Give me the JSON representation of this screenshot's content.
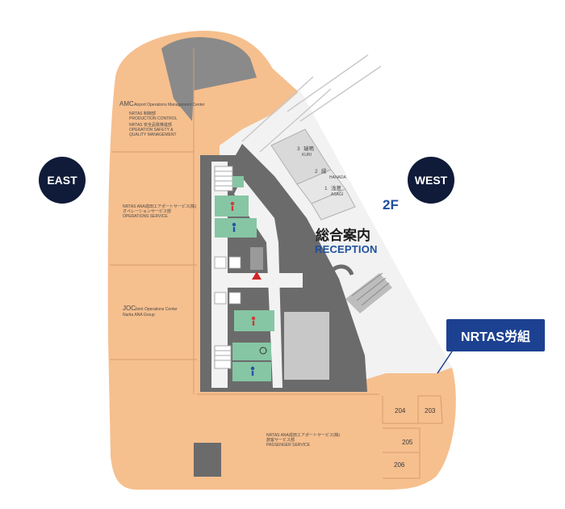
{
  "compass": {
    "east": "EAST",
    "west": "WEST"
  },
  "floor": {
    "label": "2F"
  },
  "reception": {
    "jp": "総合案内",
    "en": "RECEPTION"
  },
  "callout": {
    "label": "NRTAS労組"
  },
  "areas": {
    "amc": {
      "title": "AMC",
      "title_sub": "Airport Operations Management Center",
      "line1_a": "NRTAS 制御部",
      "line1_b": "PRODUCTION CONTROL",
      "line2_a": "NRTAS 安全品質推進部",
      "line2_b": "OPERATION SAFETY &",
      "line2_c": "QUALITY MANAGEMENT"
    },
    "ops": {
      "line1": "NRTAS ANA成田エアポートサービス(株)",
      "line2": "オペレーションサービス部",
      "line3": "OPERATIONS SERVICE"
    },
    "joc": {
      "title": "JOC",
      "title_sub": "Joint Operations Center",
      "line2": "Narita ANA Group"
    },
    "passenger": {
      "line1": "NRTAS ANA成田エアポートサービス(株)",
      "line2": "旅客サービス部",
      "line3": "PASSENGER SERVICE"
    },
    "meeting_rooms": [
      {
        "num": "3",
        "name": "瑞鳴",
        "sub": "KURI"
      },
      {
        "num": "2",
        "name": "縁",
        "sub": "HANADA"
      },
      {
        "num": "1",
        "name": "浅葱",
        "sub": "ASAGI"
      }
    ],
    "rooms": [
      "204",
      "203",
      "205",
      "206"
    ]
  },
  "colors": {
    "office": "#f6bf8e",
    "core": "#6b6b6b",
    "corridor": "#f2f2f2",
    "restroom": "#86c6a4",
    "navy": "#0f1b38",
    "callout": "#1d4191",
    "accent_blue": "#1e4f9c"
  }
}
